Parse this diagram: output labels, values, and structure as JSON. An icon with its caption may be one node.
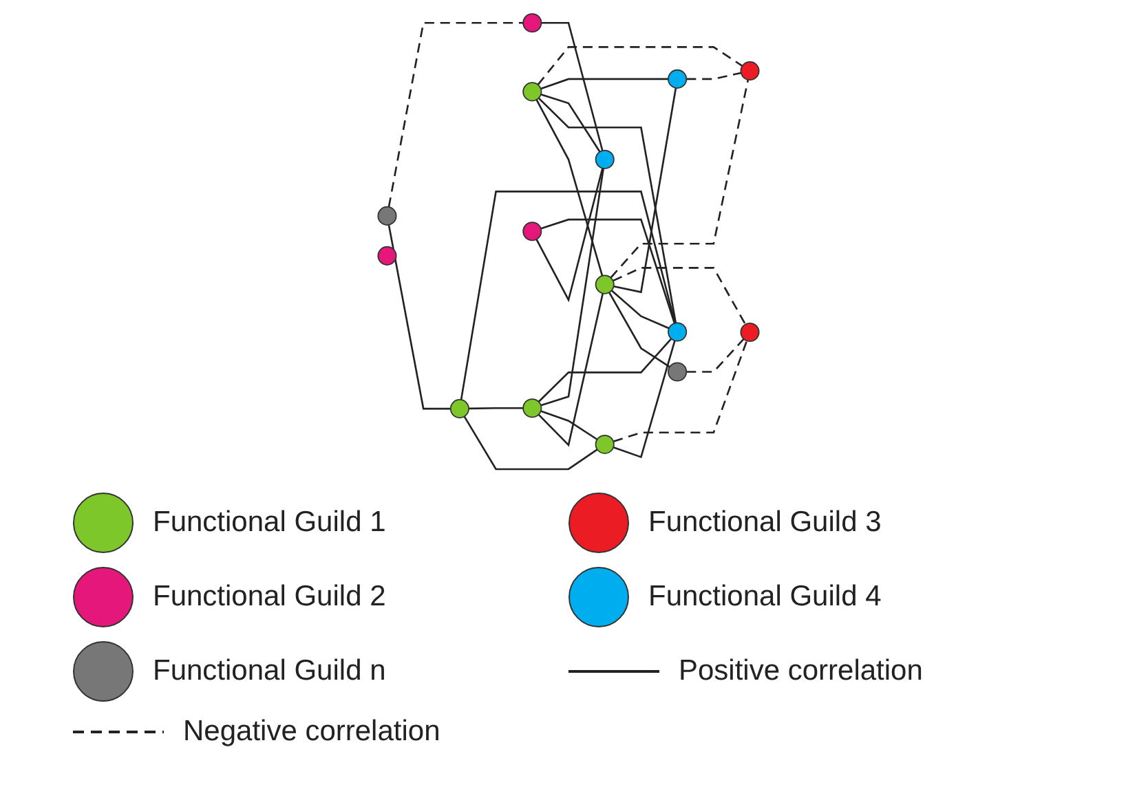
{
  "diagram": {
    "nodes": [
      {
        "text": [],
        "shape": "circle"
      },
      {
        "text": [],
        "shape": "circle"
      },
      {
        "text": [],
        "shape": "circle"
      },
      {
        "text": [],
        "shape": "circle"
      },
      {
        "text": [],
        "shape": "circle"
      },
      {
        "text": [],
        "shape": "circle"
      },
      {
        "text": [],
        "shape": "circle"
      },
      {
        "text": [],
        "shape": "circle"
      },
      {
        "text": [],
        "shape": "circle"
      },
      {
        "text": [],
        "shape": "circle"
      },
      {
        "text": [],
        "shape": "circle"
      },
      {
        "text": [],
        "shape": "circle"
      },
      {
        "text": [],
        "shape": "circle"
      },
      {
        "text": [],
        "shape": "circle"
      },
      {
        "text": [],
        "shape": "circle"
      }
    ],
    "edges": [
      {
        "from": 0,
        "to": 1,
        "arrow": "none"
      },
      {
        "from": 0,
        "to": 7,
        "arrow": "none",
        "style": "dashed"
      },
      {
        "from": 1,
        "to": 2,
        "arrow": "none"
      },
      {
        "from": 1,
        "to": 3,
        "arrow": "none"
      },
      {
        "from": 3,
        "to": 5,
        "arrow": "none"
      },
      {
        "from": 3,
        "to": 2,
        "arrow": "none"
      },
      {
        "from": 4,
        "to": 5,
        "arrow": "none"
      },
      {
        "from": 5,
        "to": 6,
        "arrow": "none"
      },
      {
        "from": 6,
        "to": 10,
        "arrow": "none",
        "style": "dashed"
      },
      {
        "from": 3,
        "to": 13,
        "arrow": "none"
      },
      {
        "from": 3,
        "to": 12,
        "arrow": "none"
      },
      {
        "from": 1,
        "to": 12,
        "arrow": "none"
      },
      {
        "from": 4,
        "to": 12,
        "arrow": "none"
      },
      {
        "from": 4,
        "to": 13,
        "arrow": "none"
      },
      {
        "from": 4,
        "to": 14,
        "arrow": "none"
      },
      {
        "from": 5,
        "to": 12,
        "arrow": "none"
      },
      {
        "from": 5,
        "to": 14,
        "arrow": "none"
      },
      {
        "from": 2,
        "to": 12,
        "arrow": "none"
      },
      {
        "from": 7,
        "to": 13,
        "arrow": "none"
      },
      {
        "from": 9,
        "to": 13,
        "arrow": "none"
      },
      {
        "from": 9,
        "to": 12,
        "arrow": "none"
      },
      {
        "from": 2,
        "to": 10,
        "arrow": "none",
        "style": "dashed"
      },
      {
        "from": 5,
        "to": 10,
        "arrow": "none",
        "style": "dashed"
      },
      {
        "from": 5,
        "to": 11,
        "arrow": "none",
        "style": "dashed"
      },
      {
        "from": 4,
        "to": 11,
        "arrow": "none",
        "style": "dashed"
      },
      {
        "from": 14,
        "to": 11,
        "arrow": "none",
        "style": "dashed"
      }
    ],
    "legend": [
      {
        "text": "Functional Guild 1",
        "color": "#7dc72a"
      },
      {
        "text": "Functional Guild 3",
        "color": "#ec1c24"
      },
      {
        "text": "Functional Guild 2",
        "color": "#e5177a"
      },
      {
        "text": "Functional Guild 4",
        "color": "#00aeef"
      },
      {
        "text": "Functional Guild n",
        "color": "#777777"
      },
      {
        "text": "Positive correlation"
      },
      {
        "text": "Negative correlation"
      }
    ]
  }
}
